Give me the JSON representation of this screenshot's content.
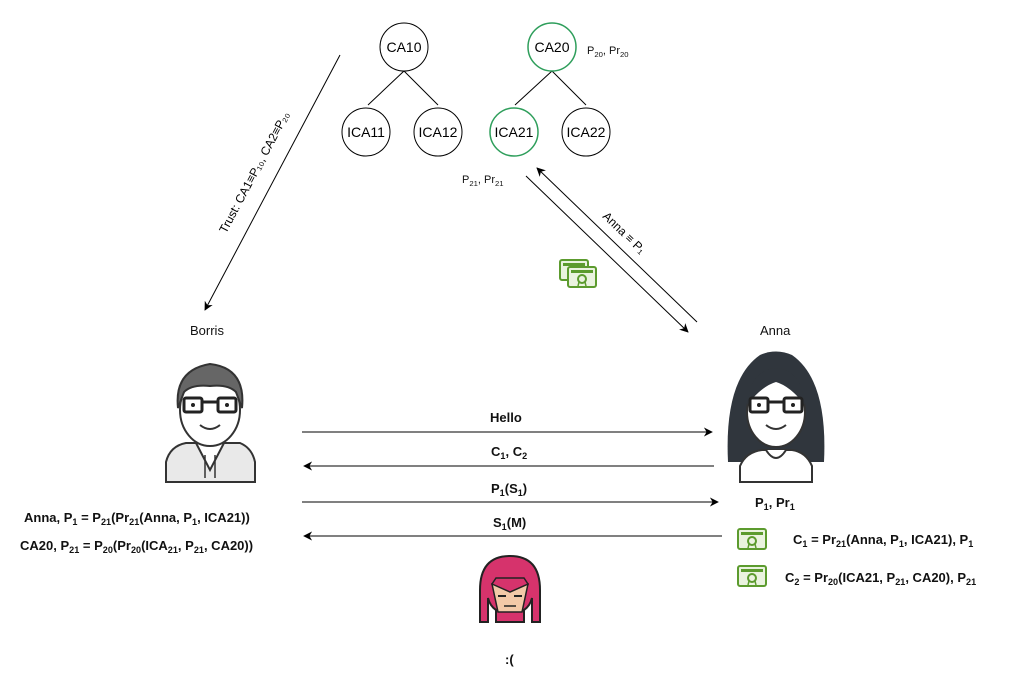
{
  "tree": {
    "ca10": "CA10",
    "ica11": "ICA11",
    "ica12": "ICA12",
    "ca20": "CA20",
    "ica21": "ICA21",
    "ica22": "ICA22",
    "ca20_keys": {
      "p": "P",
      "p_sub": "20",
      "sep": ", ",
      "pr": "Pr",
      "pr_sub": "20"
    },
    "ica21_keys": {
      "p": "P",
      "p_sub": "21",
      "sep": ", ",
      "pr": "Pr",
      "pr_sub": "21"
    }
  },
  "trust_label": "Trust: CA1≡P₁₀, CA2≡P₂₀",
  "anna_link_label": "Anna ≡ P₁",
  "people": {
    "borris": "Borris",
    "anna": "Anna",
    "attacker_face": ":("
  },
  "messages": {
    "hello": "Hello",
    "c1c2": {
      "c": "C",
      "s1": "1",
      "sep": ", ",
      "c2": "C",
      "s2": "2"
    },
    "p1s1": {
      "p": "P",
      "ps": "1",
      "open": "(S",
      "ss": "1",
      "close": ")"
    },
    "s1m": {
      "s": "S",
      "ss": "1",
      "rest": "(M)"
    }
  },
  "borris_info": {
    "line1": {
      "a": "Anna, P",
      "a_sub": "1",
      "b": " = P",
      "b_sub": "21",
      "c": "(Pr",
      "c_sub": "21",
      "d": "(Anna, P",
      "d_sub": "1",
      "e": ", ICA21))"
    },
    "line2": {
      "a": "CA20, P",
      "a_sub": "21",
      "b": " = P",
      "b_sub": "20",
      "c": "(Pr",
      "c_sub": "20",
      "d": "(ICA",
      "d_sub": "21",
      "e": ", P",
      "e_sub": "21",
      "f": ", CA20))"
    }
  },
  "anna_info": {
    "keys": {
      "p": "P",
      "p_sub": "1",
      "sep": ", Pr",
      "pr_sub": "1"
    },
    "cert1": {
      "a": "C",
      "a_sub": "1",
      "b": " = Pr",
      "b_sub": "21",
      "c": "(Anna, P",
      "c_sub": "1",
      "d": ", ICA21), P",
      "d_sub": "1"
    },
    "cert2": {
      "a": "C",
      "a_sub": "2",
      "b": " = Pr",
      "b_sub": "20",
      "c": "(ICA21, P",
      "c_sub": "21",
      "d": ", CA20), P",
      "d_sub": "21"
    }
  },
  "colors": {
    "green_node": "#2e9e5b",
    "cert_green": "#5c9b2e",
    "attacker_red": "#d6336c"
  }
}
